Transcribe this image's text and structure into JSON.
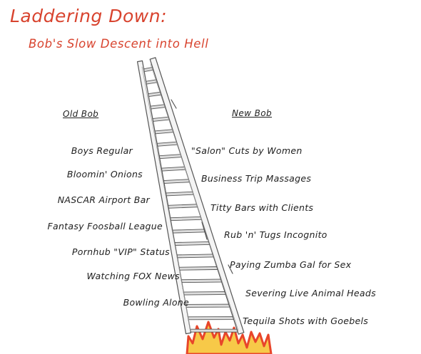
{
  "title": "Laddering Down:",
  "subtitle": "Bob's Slow Descent into Hell",
  "old_bob": {
    "heading": "Old Bob",
    "items": [
      "Boys Regular",
      "Bloomin' Onions",
      "NASCAR Airport Bar",
      "Fantasy Foosball League",
      "Pornhub \"VIP\" Status",
      "Watching FOX News",
      "Bowling Alone"
    ]
  },
  "new_bob": {
    "heading": "New Bob",
    "items": [
      "\"Salon\" Cuts by Women",
      "Business Trip Massages",
      "Titty Bars with Clients",
      "Rub 'n' Tugs Incognito",
      "Paying Zumba Gal for Sex",
      "Severing Live Animal Heads",
      "Tequila Shots with Goebels"
    ]
  },
  "colors": {
    "accent": "#d8432e",
    "flame_outer": "#e8452a",
    "flame_inner": "#f7c948",
    "ladder_rail": "#f4f4f4",
    "ladder_outline": "#555555"
  },
  "icons": [
    "ladder-icon",
    "flames-icon"
  ]
}
